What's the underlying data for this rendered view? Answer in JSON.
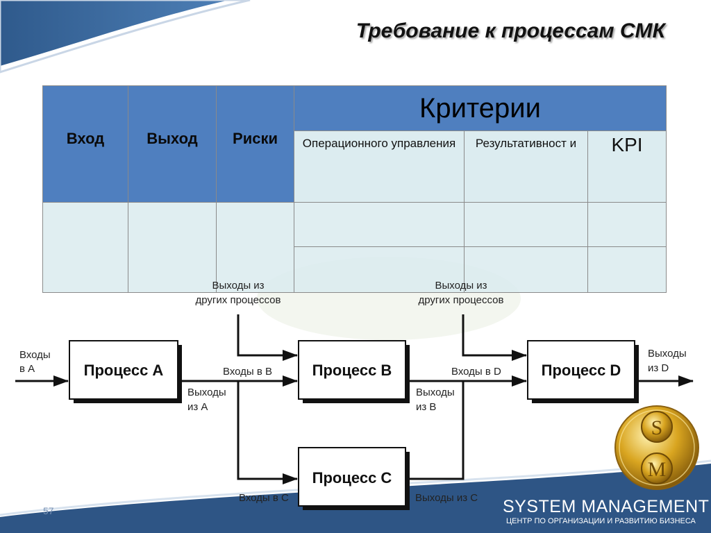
{
  "title": "Требование к процессам СМК",
  "table": {
    "headers": [
      "Вход",
      "Выход",
      "Риски"
    ],
    "criteria_title": "Критерии",
    "criteria_cols": [
      "Операционного управления",
      "Результативност и",
      "KPI"
    ]
  },
  "flow": {
    "process_a": "Процесс A",
    "process_b": "Процесс B",
    "process_c": "Процесс C",
    "process_d": "Процесс D",
    "inputs_a_1": "Входы",
    "inputs_a_2": "в A",
    "outputs_a_1": "Выходы",
    "outputs_a_2": "из A",
    "inputs_b": "Входы в B",
    "outputs_b_1": "Выходы",
    "outputs_b_2": "из B",
    "inputs_c": "Входы в C",
    "outputs_c": "Выходы из C",
    "inputs_d": "Входы в D",
    "outputs_d_1": "Выходы",
    "outputs_d_2": "из D",
    "other_1_line1": "Выходы из",
    "other_1_line2": "других процессов",
    "other_2_line1": "Выходы из",
    "other_2_line2": "других процессов"
  },
  "footer": {
    "page_number": "57",
    "brand": "SYSTEM MANAGEMENT",
    "brand_sub": "ЦЕНТР ПО ОРГАНИЗАЦИИ И РАЗВИТИЮ БИЗНЕСА",
    "logo_letter_1": "S",
    "logo_letter_2": "M"
  },
  "colors": {
    "table_header_blue": "#4f7fbf",
    "table_cell_light": "#dcecf0",
    "background_navy": "#2e5585"
  }
}
